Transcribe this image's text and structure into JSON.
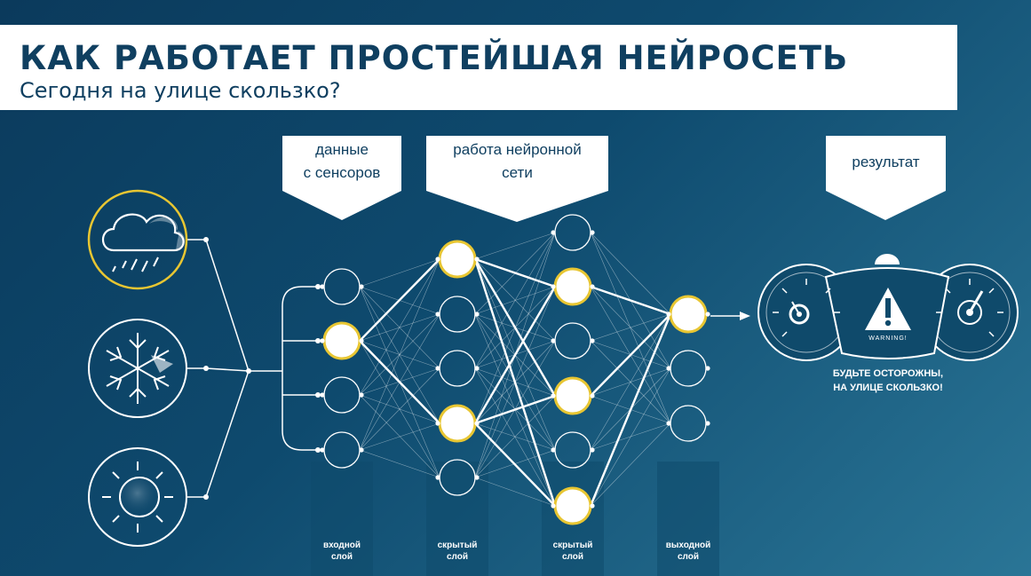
{
  "header": {
    "title": "КАК РАБОТАЕТ ПРОСТЕЙШАЯ НЕЙРОСЕТЬ",
    "subtitle": "Сегодня на улице скользко?"
  },
  "flags": {
    "sensors": [
      "данные",
      "с сенсоров"
    ],
    "network": [
      "работа нейронной",
      "сети"
    ],
    "result": [
      "результат"
    ]
  },
  "layers": {
    "input": [
      "входной",
      "слой"
    ],
    "hidden1": [
      "скрытый",
      "слой"
    ],
    "hidden2": [
      "скрытый",
      "слой"
    ],
    "output": [
      "выходной",
      "слой"
    ]
  },
  "dashboard": {
    "warning_label": "WARNING!",
    "message": [
      "БУДЬТЕ ОСТОРОЖНЫ,",
      "НА УЛИЦЕ СКОЛЬЗКО!"
    ]
  },
  "sensors": [
    {
      "icon": "rain-cloud-icon",
      "active": true
    },
    {
      "icon": "snowflake-icon",
      "active": false
    },
    {
      "icon": "sun-icon",
      "active": false
    }
  ],
  "network": {
    "input_active": [
      false,
      true,
      false,
      false
    ],
    "hidden1_active": [
      true,
      false,
      false,
      true,
      false
    ],
    "hidden2_active": [
      false,
      true,
      false,
      true,
      false,
      true
    ],
    "output_active": [
      true,
      false,
      false
    ]
  },
  "colors": {
    "background": "#0e4a6e",
    "active_node": "#e8c632",
    "line": "#ffffff",
    "title": "#0f3f60"
  }
}
